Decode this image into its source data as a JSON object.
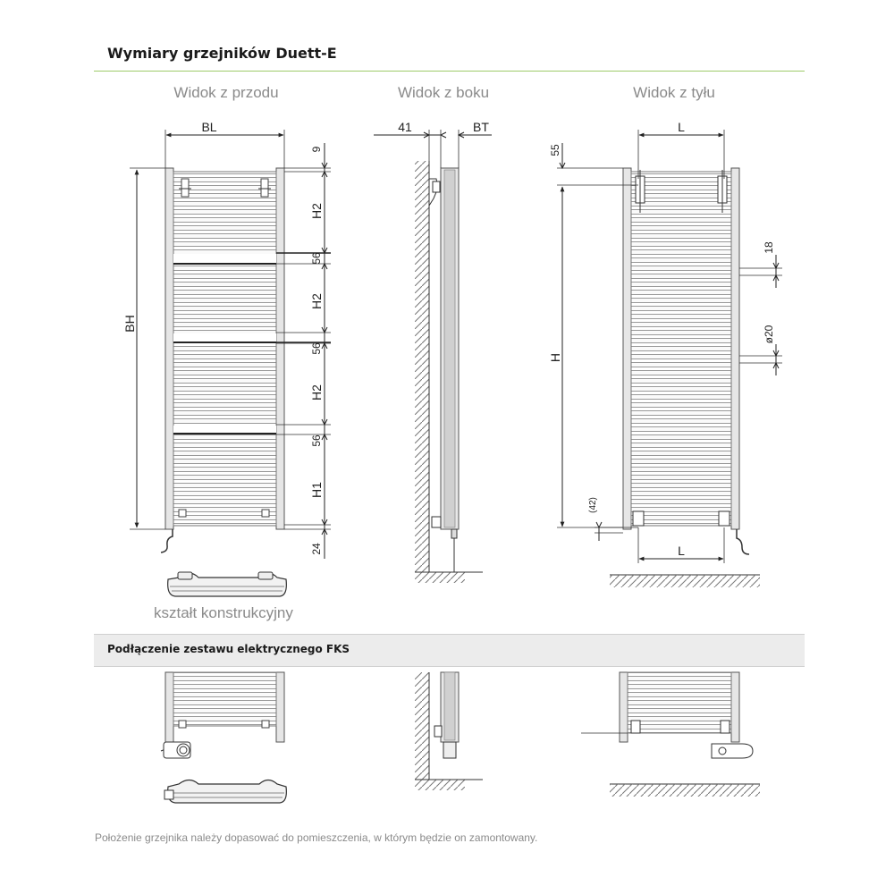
{
  "header": {
    "title": "Wymiary grzejników Duett-E"
  },
  "views": {
    "front": "Widok z przodu",
    "side": "Widok z boku",
    "back": "Widok z tyłu"
  },
  "front_caption": "kształt konstrukcyjny",
  "section": {
    "title": "Podłączenie zestawu elektrycznego FKS"
  },
  "footnote": "Położenie grzejnika należy dopasować do pomieszczenia, w którym będzie on zamontowany.",
  "dimensions": {
    "bl": "BL",
    "bh": "BH",
    "d9": "9",
    "h2": "H2",
    "d56": "56",
    "h1": "H1",
    "d24": "24",
    "d41": "41",
    "bt": "BT",
    "l": "L",
    "d55": "55",
    "h": "H",
    "d18": "18",
    "d20": "ø20",
    "d42": "(42)"
  }
}
